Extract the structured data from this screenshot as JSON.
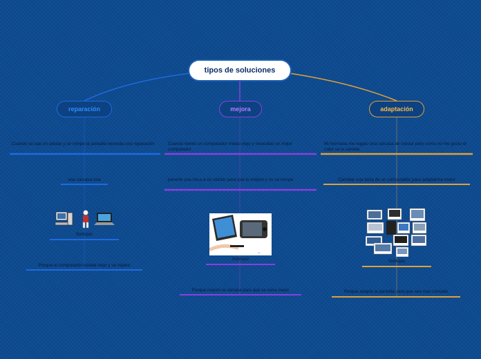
{
  "root": {
    "title": "tipos de soluciones"
  },
  "branches": {
    "reparacion": {
      "label": "reparación",
      "topic1": "Cuando se cae un celular y se rompe la pantalla necesita una reparación",
      "topic2": "una carcasa rota",
      "subtopic": "Subtopic",
      "topic3": "Porque el computador  estaba viejo y se reparo"
    },
    "mejora": {
      "label": "mejora",
      "topic1": "Cuando tienes un computador medio viejo y necesitas un mejor computador",
      "topic2": "ponerle una mica a un celular para que lo mejore y no se rompe",
      "subtopic": "Subtopic",
      "topic3": "Porque mejoro la cámara para que se viera mejor"
    },
    "adaptacion": {
      "label": "adaptación",
      "topic1": "Mi hermana me regalo una carcasa de celular pero como no me gusto el color se lo cambie",
      "topic2": "Cambiar una tecla de un computador para adaptarme mejor",
      "subtopic": "Subtopic",
      "topic3": "Porque adapta la pantalla para que sea mas cómodo"
    }
  },
  "colors": {
    "background": "#0d4a8f",
    "reparacion": "#1f6ae0",
    "mejora": "#8a3fe0",
    "adaptacion": "#e0a23a"
  }
}
